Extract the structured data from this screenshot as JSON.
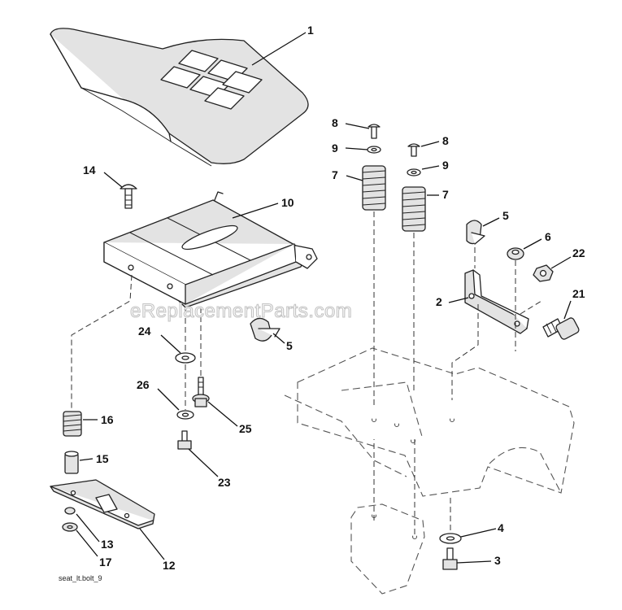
{
  "watermark": "eReplacementParts.com",
  "drawing_id": "seat_lt.bolt_9",
  "callouts": {
    "c1": "1",
    "c2": "2",
    "c3": "3",
    "c4": "4",
    "c5a": "5",
    "c5b": "5",
    "c6": "6",
    "c7a": "7",
    "c7b": "7",
    "c8a": "8",
    "c8b": "8",
    "c9a": "9",
    "c9b": "9",
    "c10": "10",
    "c12": "12",
    "c13": "13",
    "c14": "14",
    "c15": "15",
    "c16": "16",
    "c17": "17",
    "c21": "21",
    "c22": "22",
    "c23": "23",
    "c24": "24",
    "c25": "25",
    "c26": "26"
  }
}
